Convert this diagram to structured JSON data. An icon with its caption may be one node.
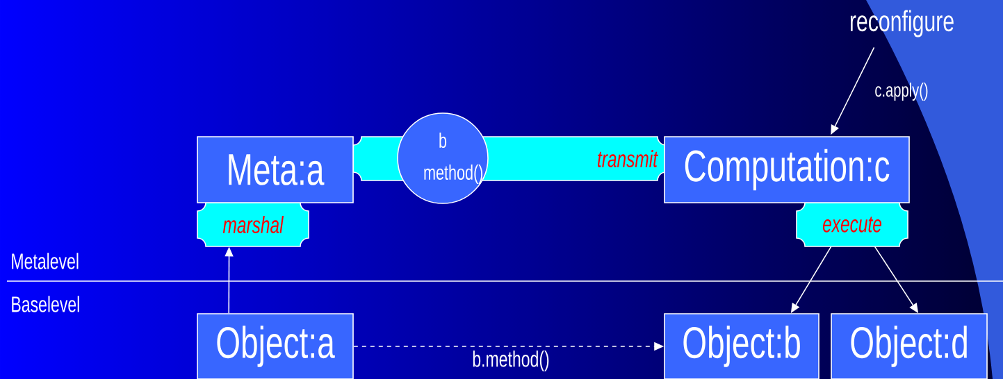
{
  "diagram": {
    "nodes": [
      {
        "text": [
          "reconfigure"
        ]
      },
      {
        "text": [
          "Meta:a"
        ]
      },
      {
        "text": [
          "transmit"
        ]
      },
      {
        "text": [
          "b method()"
        ]
      },
      {
        "text": [
          "Computation:c"
        ]
      },
      {
        "text": [
          "marshal"
        ]
      },
      {
        "text": [
          "execute"
        ]
      },
      {
        "text": [
          "Object:a"
        ]
      },
      {
        "text": [
          "Object:b"
        ]
      },
      {
        "text": [
          "Object:d"
        ]
      }
    ],
    "edges": [
      {
        "from": 7,
        "to": 5,
        "arrow": "to"
      },
      {
        "from": 7,
        "to": 8,
        "arrow": "to",
        "style": "dashed",
        "label": "b.method()"
      },
      {
        "from": 6,
        "to": 8,
        "arrow": "to"
      },
      {
        "from": 6,
        "to": 9,
        "arrow": "to"
      },
      {
        "from": 0,
        "to": 4,
        "arrow": "to",
        "label": "c.apply()"
      }
    ],
    "labels": [
      "Metalevel",
      "Baselevel"
    ]
  }
}
